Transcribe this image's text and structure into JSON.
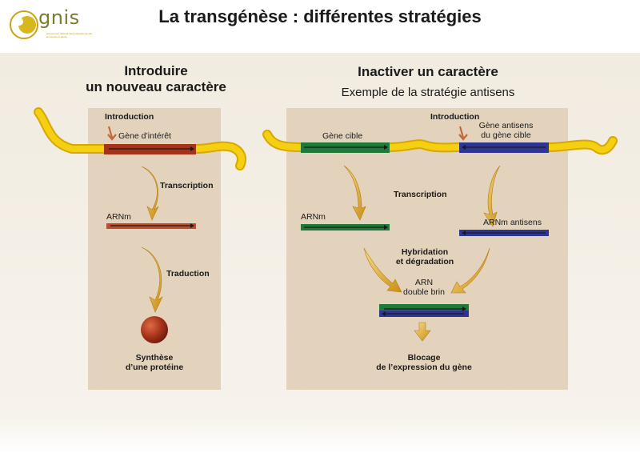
{
  "title": "La transgénèse : différentes stratégies",
  "logo": {
    "name": "gnis",
    "tagline": "groupement national interprofessionnel des semences et plants"
  },
  "left": {
    "heading_line1": "Introduire",
    "heading_line2": "un nouveau caractère",
    "introduction": "Introduction",
    "gene": "Gène d’intérêt",
    "transcription": "Transcription",
    "arnm": "ARNm",
    "traduction": "Traduction",
    "result_line1": "Synthèse",
    "result_line2": "d’une protéine"
  },
  "right": {
    "heading": "Inactiver un caractère",
    "subheading": "Exemple de la stratégie antisens",
    "gene_cible": "Gène cible",
    "introduction": "Introduction",
    "antisens_line1": "Gène antisens",
    "antisens_line2": "du gène cible",
    "transcription": "Transcription",
    "arnm": "ARNm",
    "arnm_antisens": "ARNm antisens",
    "hybridation_line1": "Hybridation",
    "hybridation_line2": "et dégradation",
    "arn_line1": "ARN",
    "arn_line2": "double brin",
    "blocage_line1": "Blocage",
    "blocage_line2": "de l’expression du gène"
  },
  "colors": {
    "dna": "#f2c500",
    "gene_interest": "#a43318",
    "gene_target": "#1f7a3a",
    "gene_antisense": "#2e3592",
    "arrow_gold": "#e3b23c",
    "panel": "#e3d3bd"
  }
}
